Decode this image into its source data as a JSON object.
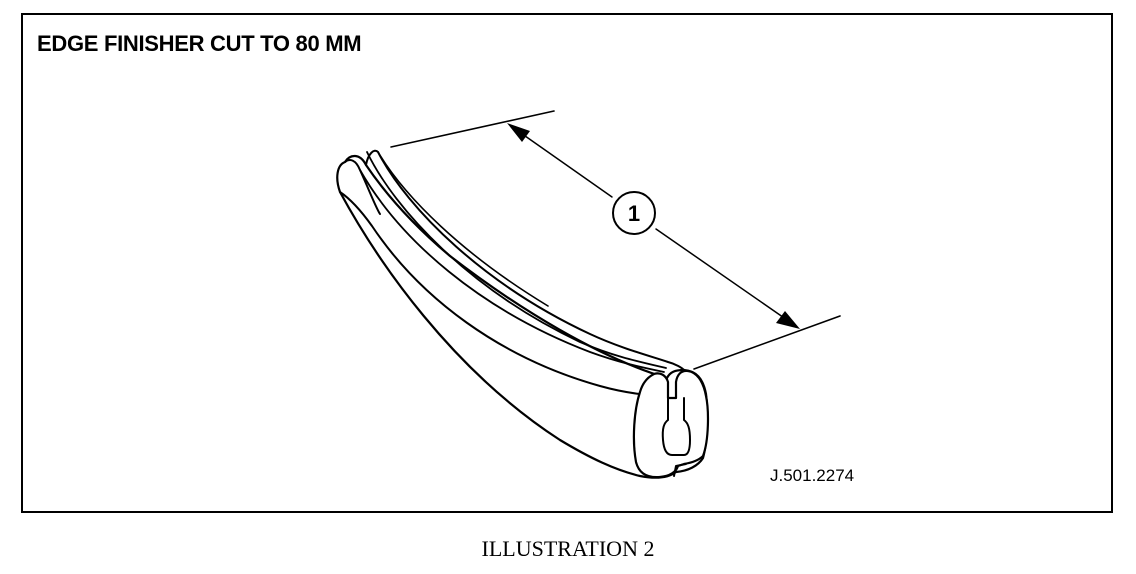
{
  "figure": {
    "title": "EDGE FINISHER CUT TO 80 MM",
    "reference_code": "J.501.2274",
    "callout_number": "1",
    "caption": "ILLUSTRATION 2"
  },
  "colors": {
    "stroke": "#000000",
    "background": "#ffffff"
  }
}
